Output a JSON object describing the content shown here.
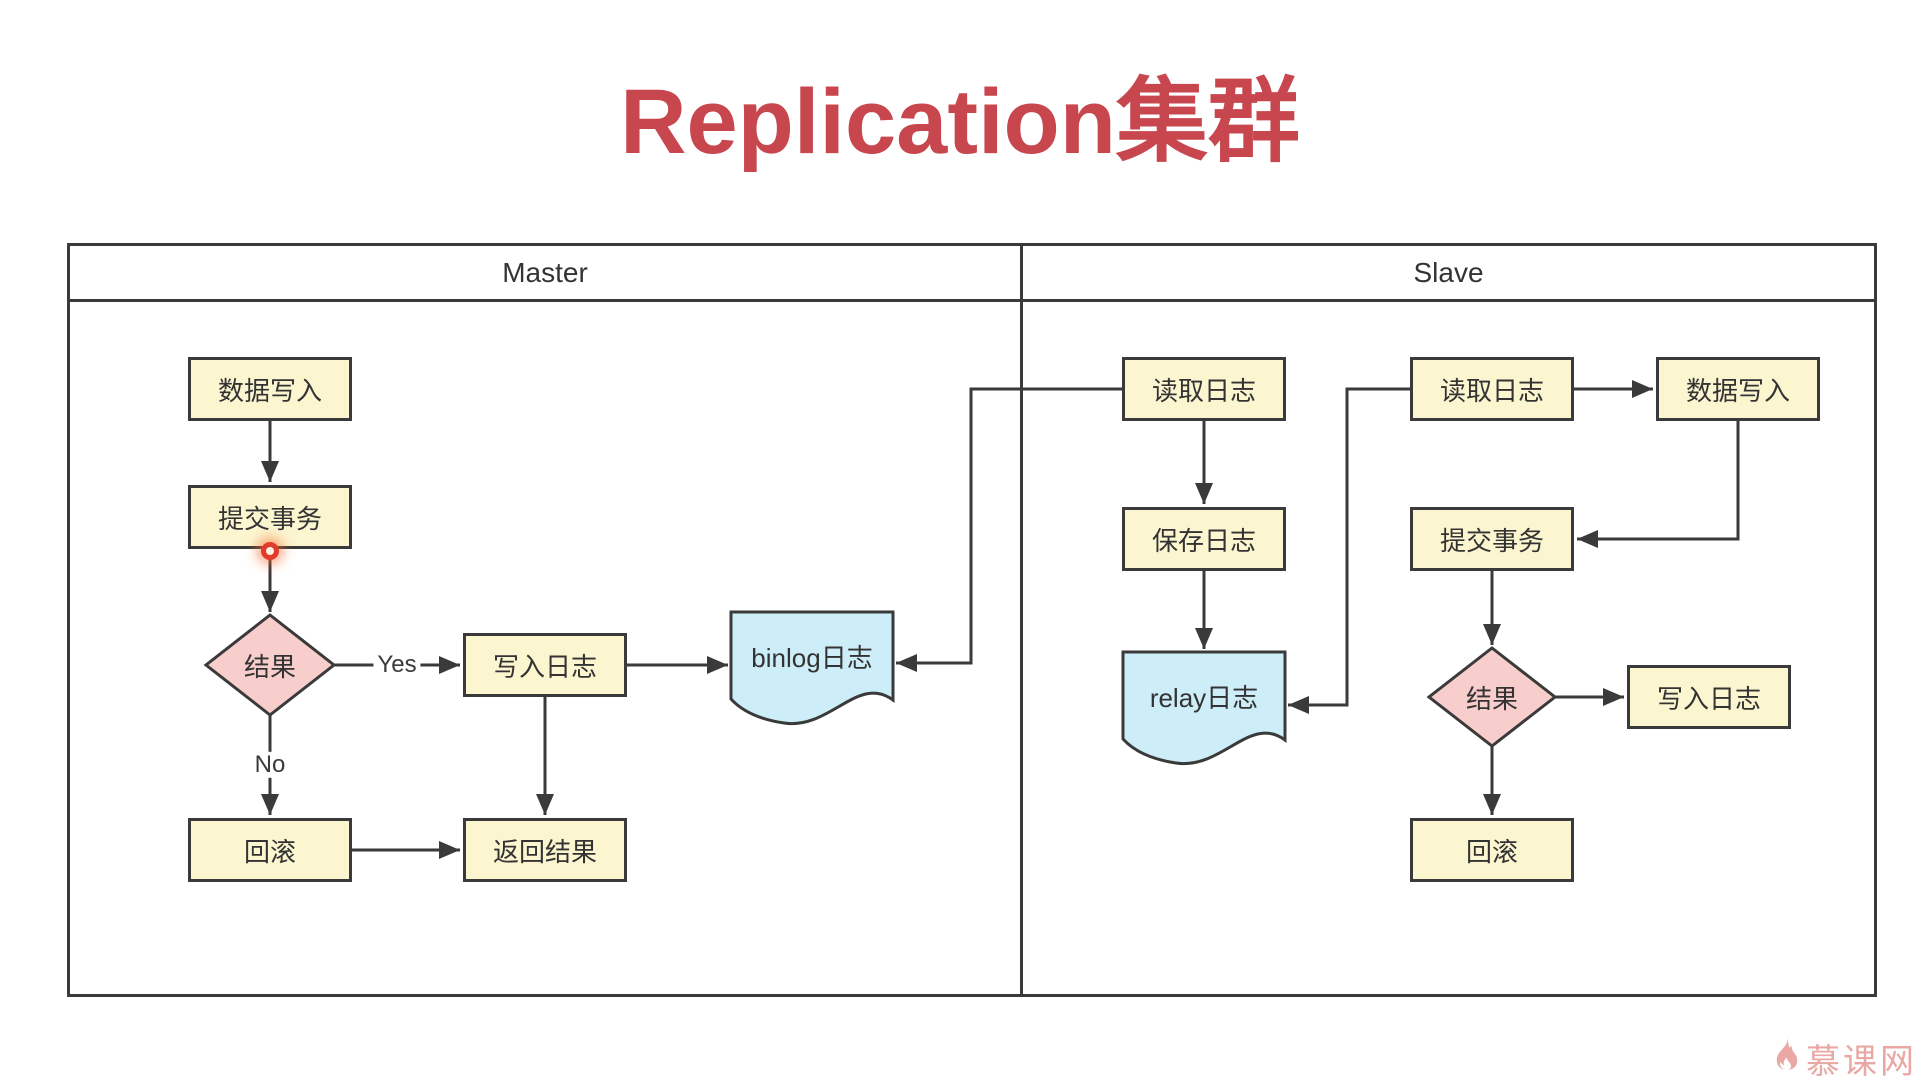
{
  "title": {
    "text": "Replication集群",
    "color": "#c8474e"
  },
  "lanes": {
    "master": "Master",
    "slave": "Slave"
  },
  "nodes": {
    "master": {
      "data_write": "数据写入",
      "commit_tx": "提交事务",
      "result": "结果",
      "write_log": "写入日志",
      "binlog": "binlog日志",
      "rollback": "回滚",
      "return_result": "返回结果"
    },
    "slave": {
      "read_log_io": "读取日志",
      "save_log": "保存日志",
      "relay_log": "relay日志",
      "read_log_sql": "读取日志",
      "data_write": "数据写入",
      "commit_tx": "提交事务",
      "result": "结果",
      "write_log": "写入日志",
      "rollback": "回滚"
    }
  },
  "edge_labels": {
    "yes": "Yes",
    "no": "No"
  },
  "logo": {
    "text": "慕课网"
  },
  "colors": {
    "title": "#c8474e",
    "node_fill": "#fbf5d0",
    "node_border": "#3a3a3a",
    "decision_fill": "#f8cecc",
    "document_fill": "#cdeef8",
    "arrow": "#3a3a3a",
    "click_dot": "#e23b2c",
    "logo": "#e9a8a4"
  }
}
